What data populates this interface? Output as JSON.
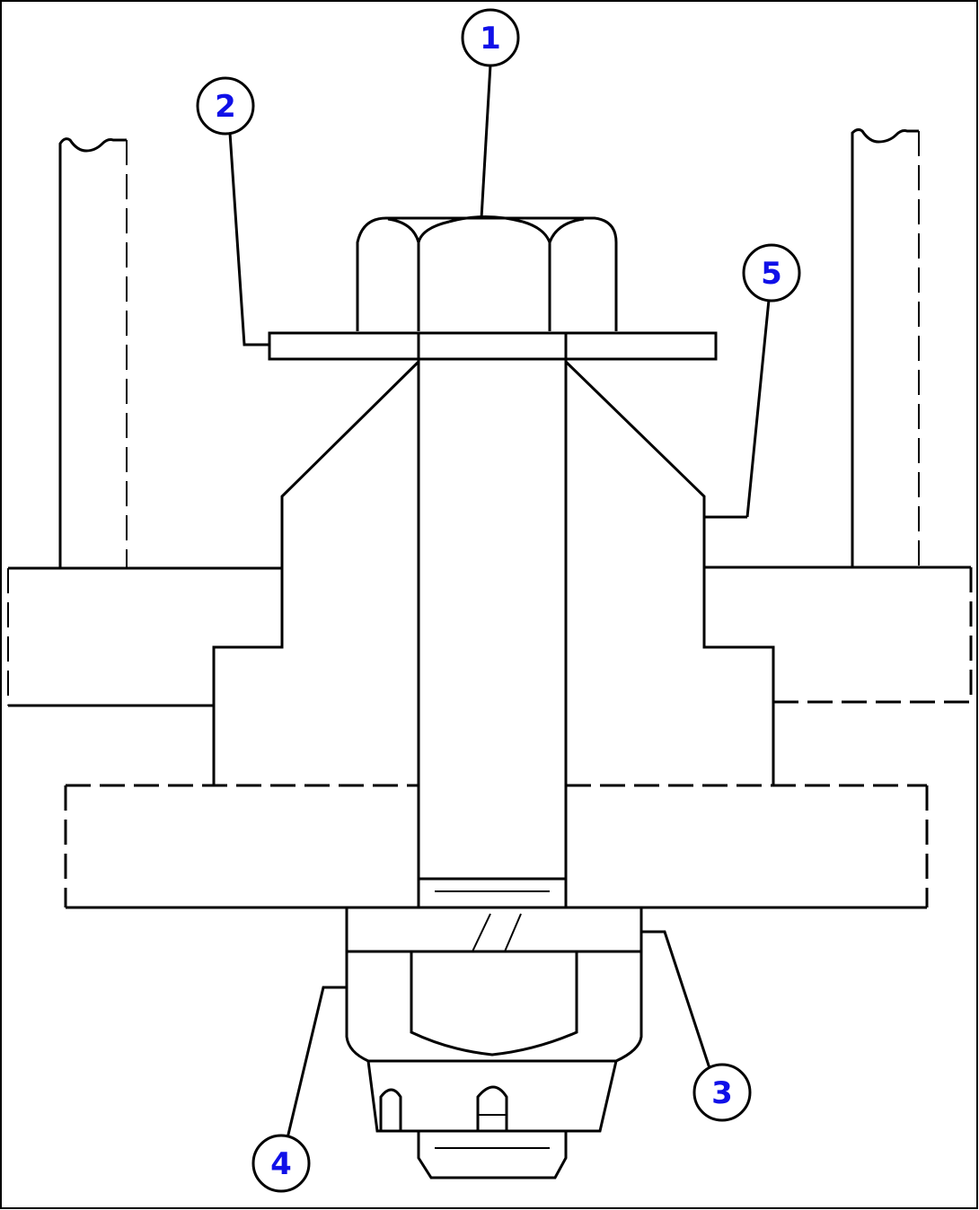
{
  "diagram": {
    "callouts": [
      {
        "id": "callout-1",
        "label": "1"
      },
      {
        "id": "callout-2",
        "label": "2"
      },
      {
        "id": "callout-3",
        "label": "3"
      },
      {
        "id": "callout-4",
        "label": "4"
      },
      {
        "id": "callout-5",
        "label": "5"
      }
    ],
    "colors": {
      "line": "#000000",
      "callout_text": "#1010e8",
      "background": "#ffffff"
    }
  }
}
